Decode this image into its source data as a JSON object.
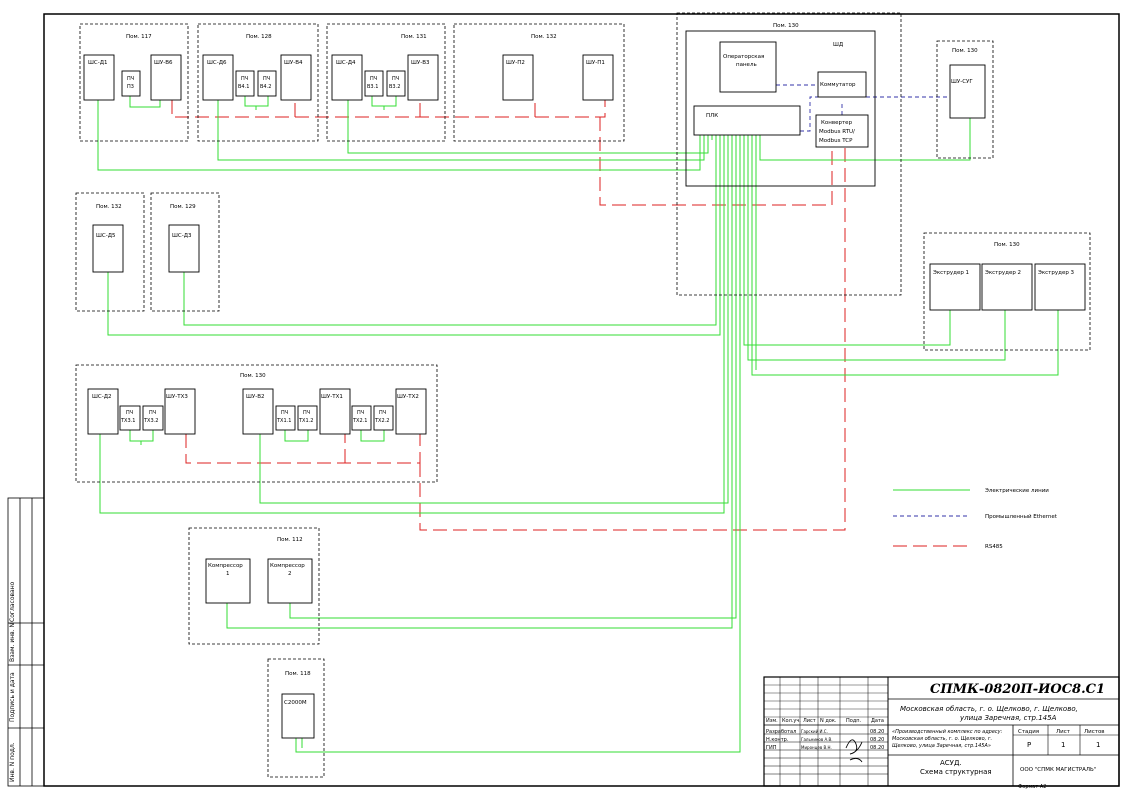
{
  "rooms": {
    "r117": "Пом. 117",
    "r128": "Пом. 128",
    "r131": "Пом. 131",
    "r132_top": "Пом. 132",
    "r130_shd": "Пом. 130",
    "shd_title": "ШД",
    "r130_shug": "Пом. 130",
    "r132_left": "Пом. 132",
    "r129": "Пом. 129",
    "r130_extr": "Пом. 130",
    "r130_big": "Пом. 130",
    "r112": "Пом. 112",
    "r118": "Пом. 118"
  },
  "devices": {
    "shs_d1": "ШС-Д1",
    "pch_p3": [
      "ПЧ",
      "П3"
    ],
    "shu_v6": "ШУ-В6",
    "shs_d6": "ШС-Д6",
    "pch_v41": [
      "ПЧ",
      "В4.1"
    ],
    "pch_v42": [
      "ПЧ",
      "В4.2"
    ],
    "shu_v4": "ШУ-В4",
    "shs_d4": "ШС-Д4",
    "pch_v31": [
      "ПЧ",
      "В3.1"
    ],
    "pch_v32": [
      "ПЧ",
      "В3.2"
    ],
    "shu_v3": "ШУ-В3",
    "shu_p2": "ШУ-П2",
    "shu_p1": "ШУ-П1",
    "operator_panel": [
      "Операторская",
      "панель"
    ],
    "switch": "Коммутатор",
    "plk": "ПЛК",
    "converter": [
      "Конвертер",
      "Modbus RTU/",
      "Modbus TCP"
    ],
    "shu_sug": "ШУ-СУГ",
    "shs_d5": "ШС-Д5",
    "shs_d3": "ШС-Д3",
    "extruder1": "Экструдер 1",
    "extruder2": "Экструдер 2",
    "extruder3": "Экструдер 3",
    "shs_d2": "ШС-Д2",
    "pch_tx31": [
      "ПЧ",
      "ТХ3.1"
    ],
    "pch_tx32": [
      "ПЧ",
      "ТХ3.2"
    ],
    "shu_tx3": "ШУ-ТХ3",
    "shu_v2": "ШУ-В2",
    "pch_tx11": [
      "ПЧ",
      "ТХ1.1"
    ],
    "pch_tx12": [
      "ПЧ",
      "ТХ1.2"
    ],
    "shu_tx1": "ШУ-ТХ1",
    "pch_tx21": [
      "ПЧ",
      "ТХ2.1"
    ],
    "pch_tx22": [
      "ПЧ",
      "ТХ2.2"
    ],
    "shu_tx2": "ШУ-ТХ2",
    "compressor1": [
      "Компрессор",
      "1"
    ],
    "compressor2": [
      "Компрессор",
      "2"
    ],
    "c2000m": "С2000М"
  },
  "legend": {
    "electric": "Электрические линии",
    "ethernet": "Промышленный Ethernet",
    "rs485": "RS485"
  },
  "colors": {
    "electric": "#33dd33",
    "ethernet": "#3333aa",
    "rs485": "#dd2222"
  },
  "sidebar": {
    "agreed": "Согласовано",
    "inv_no": "Взам. инв. N",
    "sign_date": "Подпись и дата",
    "inv_orig": "Инв. N подл."
  },
  "title_block": {
    "code": "СПМК-0820П-ИОС8.С1",
    "address": [
      "Московская область, г. о. Щелково, г. Щелково,",
      "улица Заречная, стр.145А"
    ],
    "object": [
      "«Производственный комплекс по адресу:",
      "Московская область, г. о. Щелково, г.",
      "Щелково, улица Заречная, стр.145А»"
    ],
    "col_headers": [
      "Изм.",
      "Кол.уч.",
      "Лист",
      "N док.",
      "Подп.",
      "Дата"
    ],
    "roles": [
      "Разработал",
      "Н.контр.",
      "ГИП"
    ],
    "names": [
      "Гарский И.С.",
      "Гальников А.В.",
      "Миронцев В.Н."
    ],
    "dates": [
      "08.20",
      "08.20",
      "08.20"
    ],
    "stage_header": "Стадия",
    "sheet_header": "Лист",
    "sheets_header": "Листов",
    "stage": "Р",
    "sheet": "1",
    "sheets": "1",
    "doc_name": [
      "АСУД.",
      "Схема структурная"
    ],
    "company": "ООО \"СПМК МАГИСТРАЛЬ\"",
    "format": "Формат А2"
  }
}
